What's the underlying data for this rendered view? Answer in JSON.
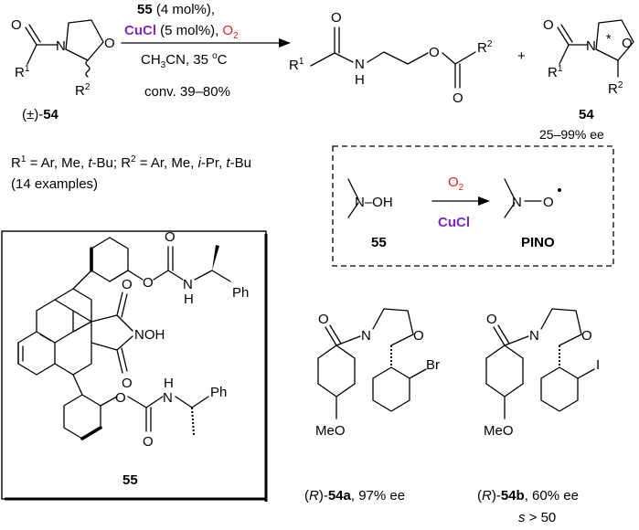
{
  "colors": {
    "accent_purple": "#7f27c6",
    "accent_red": "#e0201f",
    "text": "#000000"
  },
  "reaction": {
    "cond_cat_num": "55",
    "cond_cat_rest": " (4 mol%),",
    "cond_cu": "CuCl",
    "cond_cu_rest": " (5 mol%),",
    "cond_o2": "O",
    "cond_o2_sub": "2",
    "cond_solvent_a": "CH",
    "cond_solvent_sub": "3",
    "cond_solvent_b": "CN, 35 ",
    "cond_temp_sup": "o",
    "cond_temp_unit": "C",
    "cond_conv": "conv. 39–80%",
    "sm_prefix": "(±)-",
    "sm_num": "54",
    "plus": "+",
    "prod_num": "54",
    "prod_ee": "25–99% ee",
    "subst_line": "R¹ = Ar, Me, t-Bu; R² = Ar, Me, i-Pr, t-Bu",
    "examples": "(14 examples)"
  },
  "atoms": {
    "O": "O",
    "N": "N",
    "H": "H",
    "R": "R",
    "one": "1",
    "two": "2",
    "star": "*",
    "OH": "OH",
    "NOH": "NOH",
    "Ph": "Ph",
    "Br": "Br",
    "I": "I",
    "MeO": "MeO",
    "Odot_O": "O",
    "Odot_minus": "–",
    "NOH_short": "N–OH"
  },
  "pino": {
    "arrow_o2": "O",
    "arrow_o2_sub": "2",
    "arrow_cu": "CuCl",
    "left_num": "55",
    "right_label": "PINO"
  },
  "catalyst": {
    "label": "55"
  },
  "examples": {
    "a": {
      "prefix": "(",
      "R": "R",
      "mid": ")-",
      "num": "54a",
      "ee": ", 97% ee"
    },
    "b": {
      "prefix": "(",
      "R": "R",
      "mid": ")-",
      "num": "54b",
      "ee": ", 60% ee",
      "s_label": "s",
      "s_value": " > 50"
    }
  }
}
